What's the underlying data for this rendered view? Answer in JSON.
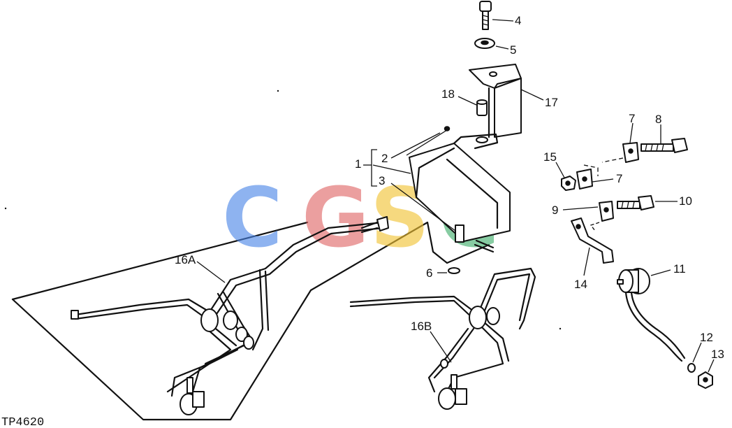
{
  "diagram": {
    "labels": {
      "l1": "1",
      "l2": "2",
      "l3": "3",
      "l4": "4",
      "l5": "5",
      "l6": "6",
      "l7a": "7",
      "l7b": "7",
      "l8": "8",
      "l9": "9",
      "l10": "10",
      "l11": "11",
      "l12": "12",
      "l13": "13",
      "l14": "14",
      "l15": "15",
      "l16a": "16A",
      "l16b": "16B",
      "l17": "17",
      "l18": "18"
    },
    "code": "TP4620",
    "watermark": {
      "letters": [
        "C",
        "G",
        "S",
        "C"
      ],
      "colors": [
        "#4a86e8",
        "#e06666",
        "#f1c232",
        "#3fae6a"
      ]
    }
  }
}
